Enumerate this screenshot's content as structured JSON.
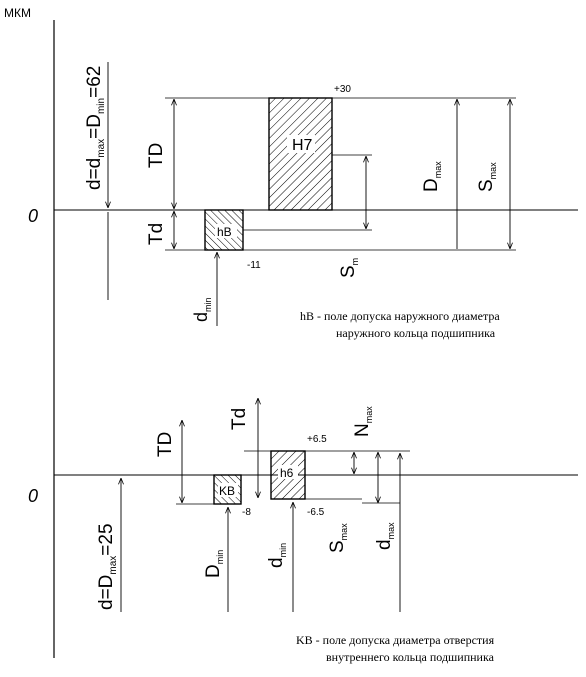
{
  "unit": "МКМ",
  "top": {
    "zero": "0",
    "dim_label_main": "d=d",
    "dim_label_sub1": "max",
    "dim_label_mid": "=D",
    "dim_label_sub2": "min",
    "dim_label_end": "=62",
    "hole_field": "H7",
    "shaft_field": "hB",
    "upper_dev": "+30",
    "lower_dev": "-11",
    "TD": "TD",
    "Td": "Td",
    "Dmax_main": "D",
    "Dmax_sub": "max",
    "Smax_main": "S",
    "Smax_sub": "max",
    "Smin_main": "S",
    "Smin_sub": "m",
    "dmin_main": "d",
    "dmin_sub": "min",
    "note_line1": "hB -  поле допуска наружного диаметра",
    "note_line2": "наружного кольца подшипника"
  },
  "bottom": {
    "zero": "0",
    "dim_label_main": "d=D",
    "dim_label_sub": "max",
    "dim_label_end": "=25",
    "hole_field": "KB",
    "shaft_field": "h6",
    "upper_dev": "+6.5",
    "lower_dev1": "-8",
    "lower_dev2": "-6.5",
    "TD": "TD",
    "Td": "Td",
    "Nmax_main": "N",
    "Nmax_sub": "max",
    "Dmin_main": "D",
    "Dmin_sub": "min",
    "dmin_main": "d",
    "dmin_sub": "min",
    "Smax_main": "S",
    "Smax_sub": "max",
    "dmax_main": "d",
    "dmax_sub": "max",
    "note_line1": "KB -  поле допуска диаметра отверстия",
    "note_line2": "внутреннего кольца подшипника"
  }
}
